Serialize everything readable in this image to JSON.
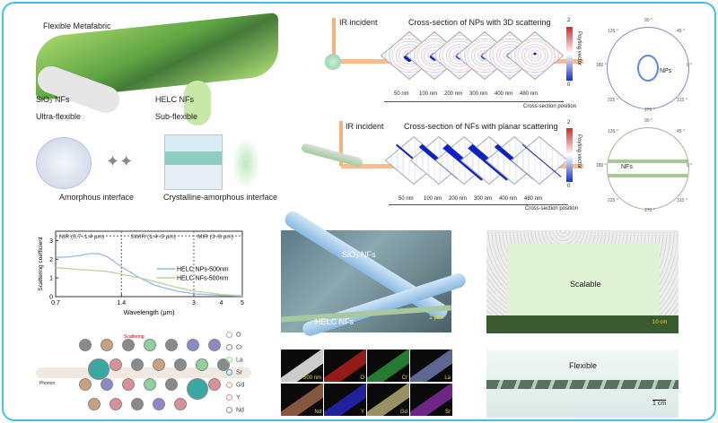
{
  "panel_a": {
    "title": "Flexible Metafabric",
    "sio2": "SiO₂ NFs",
    "ultra": "Ultra-flexible",
    "helc": "HELC NFs",
    "sub": "Sub-flexible",
    "amorphous": "Amorphous interface",
    "crystalline": "Crystalline-amorphous interface"
  },
  "panel_b": {
    "np": {
      "incident": "IR incident",
      "title": "Cross-section of NPs with 3D scattering",
      "positions": [
        "50 nm",
        "100 nm",
        "200 nm",
        "300 nm",
        "400 nm",
        "480 nm"
      ],
      "axis": "Cross-section position",
      "cbar_label": "Poyting vector",
      "cbar_max": "2",
      "cbar_min": "0",
      "polar_label": "NPs"
    },
    "nf": {
      "incident": "IR incident",
      "title": "Cross-section of NFs with planar scattering",
      "positions": [
        "50 nm",
        "100 nm",
        "200 nm",
        "300 nm",
        "400 nm",
        "480 nm"
      ],
      "axis": "Cross-section position",
      "cbar_label": "Poyting vector",
      "cbar_max": "2",
      "cbar_min": "0",
      "polar_label": "NFs"
    },
    "polar_angles": [
      "90 °",
      "45 °",
      "0 °",
      "315 °",
      "270 °",
      "225 °",
      "180 °",
      "135 °"
    ]
  },
  "chart_data": {
    "type": "line",
    "xlabel": "Wavelength (μm)",
    "ylabel": "Scattering coefficient",
    "xscale": "log",
    "xlim": [
      0.7,
      5
    ],
    "ylim": [
      0,
      3.5
    ],
    "xticks": [
      "0.7",
      "1.4",
      "3",
      "4",
      "5"
    ],
    "yticks": [
      "0",
      "1",
      "2",
      "3"
    ],
    "regions": [
      "NIR (0.7~1.4 μm)",
      "SWIR (1.4~3 μm)",
      "MIR (3~8 μm)"
    ],
    "legend_position": "center-right",
    "series": [
      {
        "name": "HELC NPs-500nm",
        "color": "#9bb8dc",
        "x": [
          0.7,
          0.8,
          0.9,
          1.0,
          1.1,
          1.2,
          1.4,
          1.7,
          2.0,
          2.5,
          3,
          4,
          5
        ],
        "y": [
          2.1,
          2.12,
          2.2,
          2.3,
          2.3,
          2.15,
          1.6,
          1.0,
          0.6,
          0.3,
          0.15,
          0.07,
          0.03
        ]
      },
      {
        "name": "HELC NFs-500nm",
        "color": "#b8d49a",
        "x": [
          0.7,
          0.8,
          0.9,
          1.0,
          1.2,
          1.4,
          1.7,
          2.0,
          2.5,
          3,
          4,
          5
        ],
        "y": [
          1.55,
          1.5,
          1.45,
          1.42,
          1.35,
          1.2,
          1.0,
          0.8,
          0.5,
          0.3,
          0.12,
          0.05
        ]
      }
    ]
  },
  "panel_d": {
    "phonon": "Phonon",
    "scattering": "Scattering",
    "legend": [
      "O",
      "Cr",
      "La",
      "Sr",
      "Gd",
      "Y",
      "Nd"
    ],
    "legend_colors": [
      "#aaaaaa",
      "#8a8a8a",
      "#8fd0a0",
      "#3aa8a0",
      "#c9a080",
      "#d9909a",
      "#8a8ac8"
    ]
  },
  "panel_e": {
    "sio2": "SiO₂ NFs",
    "helc": "HELC NFs",
    "scale": "1 μm"
  },
  "panel_f": {
    "scale": "500 nm",
    "elements": [
      "O",
      "Cr",
      "La",
      "Nd",
      "Y",
      "Gd",
      "Sr"
    ],
    "colors": [
      "#c42020",
      "#2ea040",
      "#7b86c0",
      "#b07050",
      "#2a2ad0",
      "#c8c080",
      "#9030b0"
    ]
  },
  "panel_g": {
    "scalable": "Scalable",
    "scale": "10 cm",
    "flexible": "Flexible",
    "scale2": "1 cm"
  }
}
